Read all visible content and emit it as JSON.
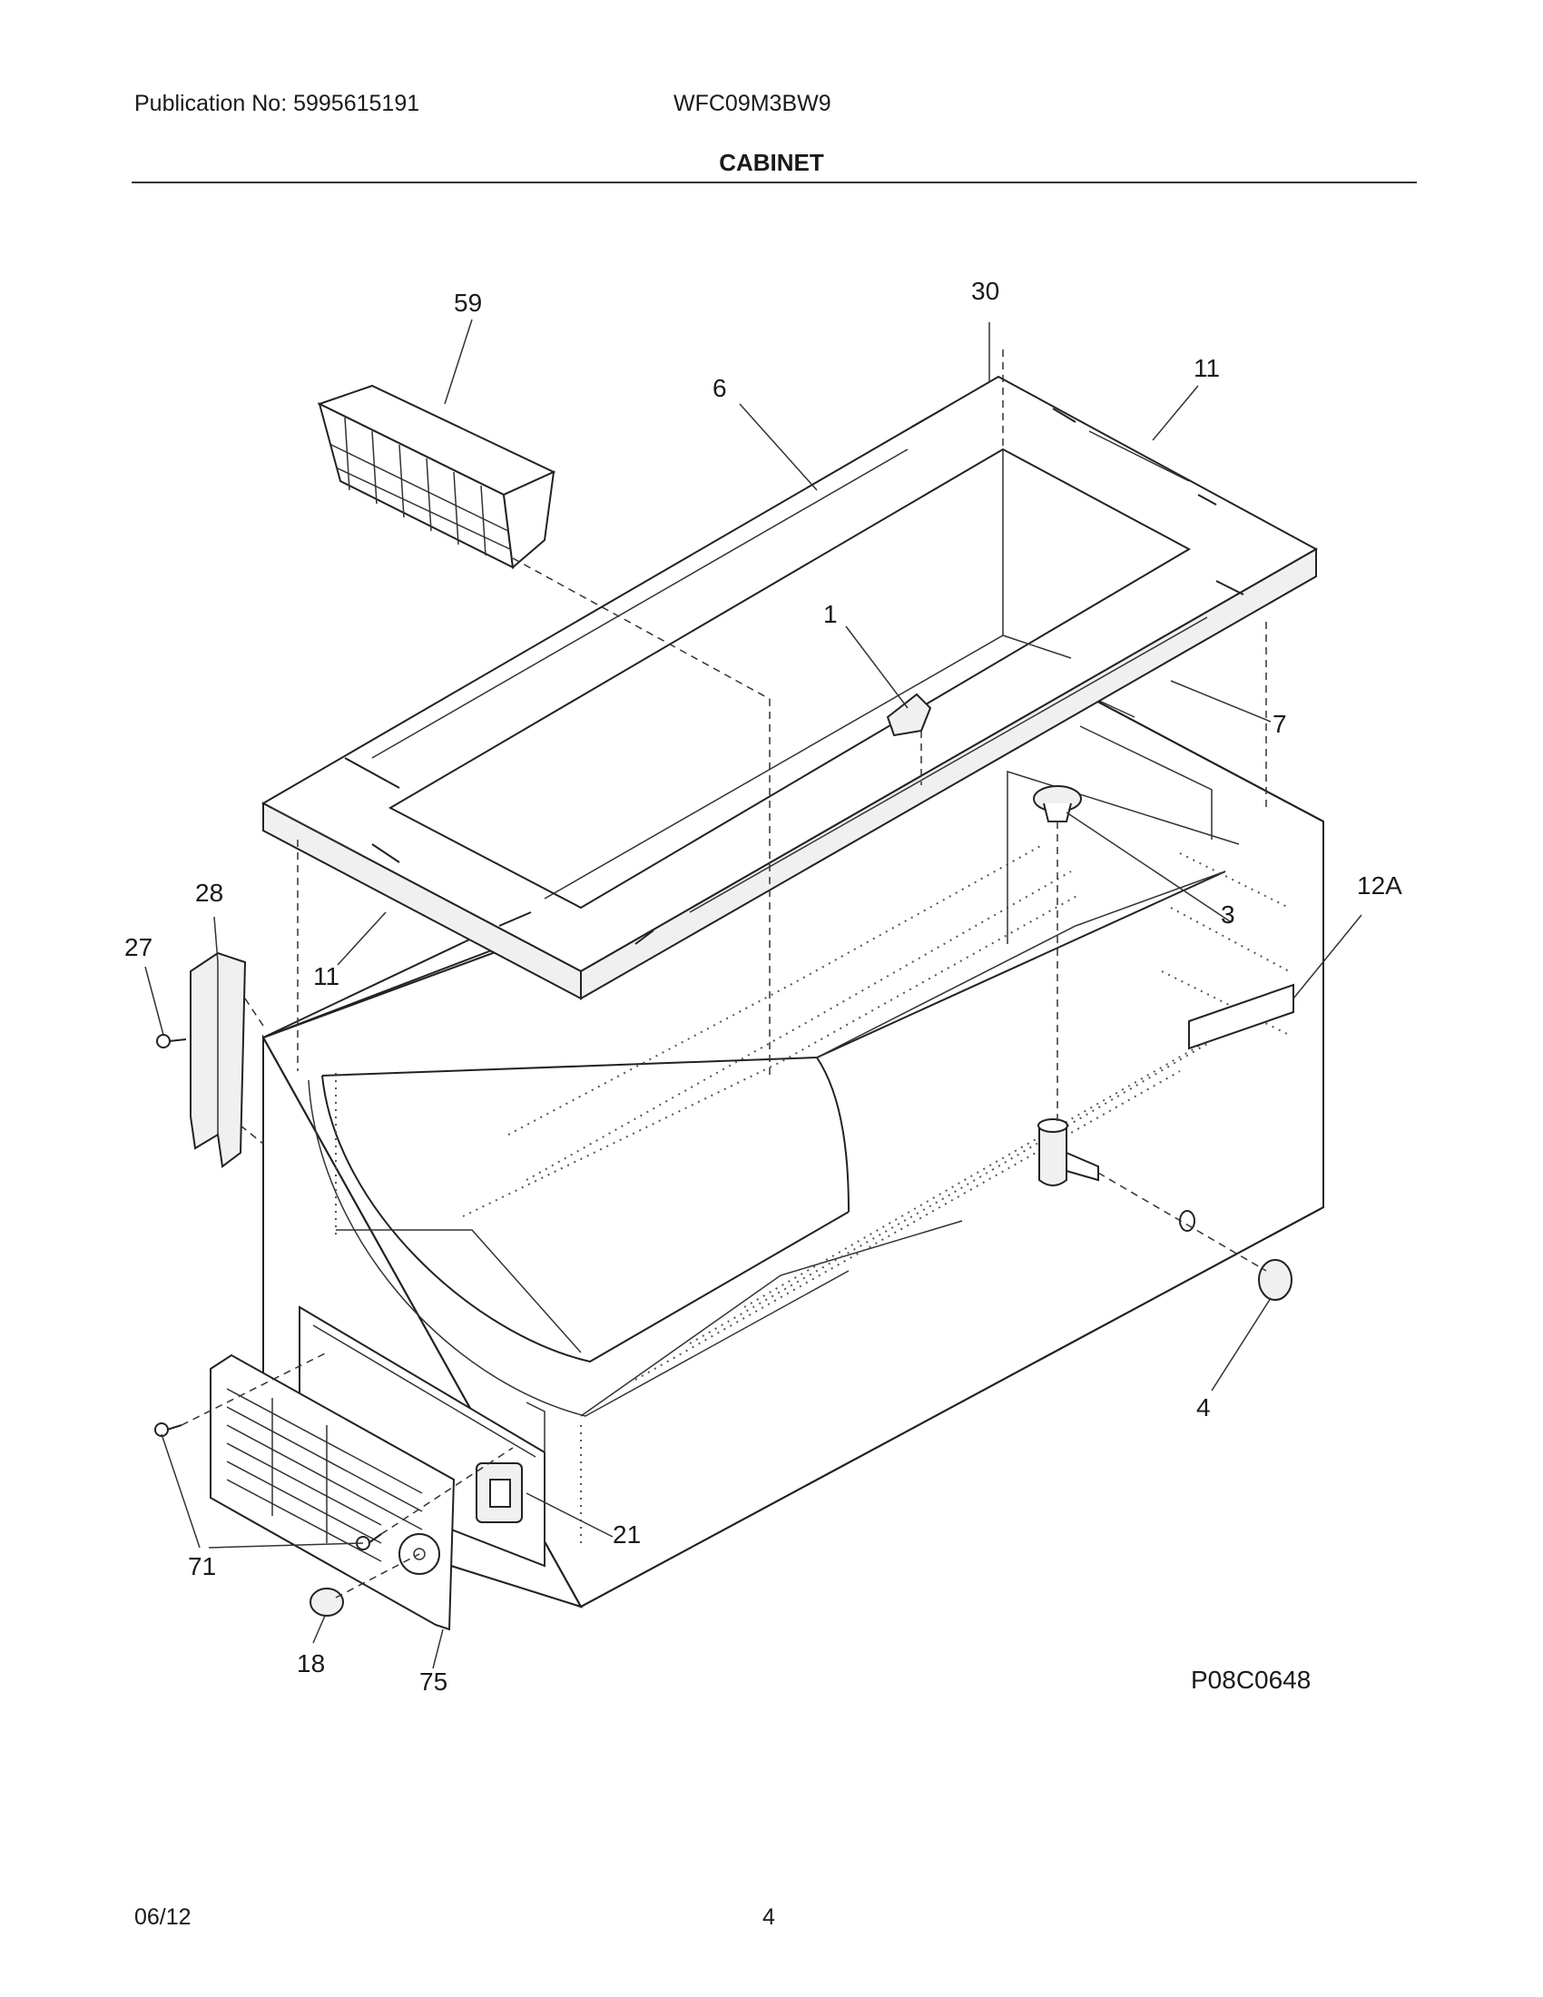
{
  "header": {
    "publication": "Publication No: 5995615191",
    "model": "WFC09M3BW9",
    "title": "CABINET"
  },
  "diagram": {
    "code": "P08C0648",
    "callouts": {
      "c59": "59",
      "c6": "6",
      "c30": "30",
      "c11a": "11",
      "c1": "1",
      "c7": "7",
      "c3": "3",
      "c12a": "12A",
      "c28": "28",
      "c27": "27",
      "c11b": "11",
      "c4": "4",
      "c21": "21",
      "c71": "71",
      "c18": "18",
      "c75": "75"
    }
  },
  "footer": {
    "date": "06/12",
    "page": "4"
  }
}
